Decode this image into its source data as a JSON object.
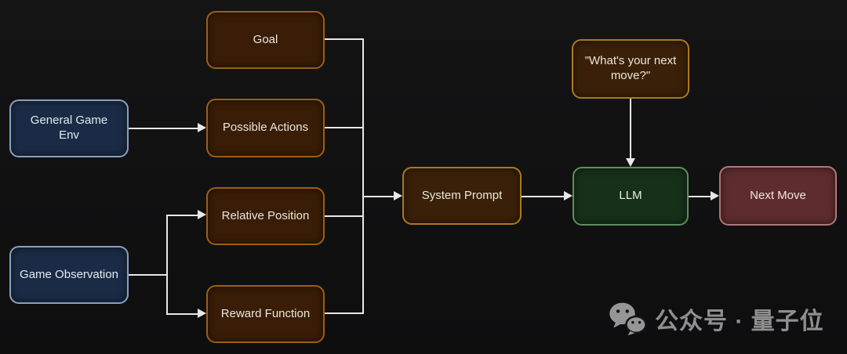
{
  "diagram": {
    "nodes": {
      "general_game_env": {
        "label": "General Game Env",
        "color_role": "blue"
      },
      "game_observation": {
        "label": "Game Observation",
        "color_role": "blue"
      },
      "goal": {
        "label": "Goal",
        "color_role": "brown"
      },
      "possible_actions": {
        "label": "Possible Actions",
        "color_role": "brown"
      },
      "relative_position": {
        "label": "Relative Position",
        "color_role": "brown"
      },
      "reward_function": {
        "label": "Reward Function",
        "color_role": "brown"
      },
      "system_prompt": {
        "label": "System Prompt",
        "color_role": "brown-gold"
      },
      "user_question": {
        "label": "\"What's your next move?\"",
        "color_role": "brown-gold"
      },
      "llm": {
        "label": "LLM",
        "color_role": "green"
      },
      "next_move": {
        "label": "Next Move",
        "color_role": "red"
      }
    },
    "edges": [
      {
        "from": "general_game_env",
        "to": "possible_actions"
      },
      {
        "from": "game_observation",
        "to": "relative_position"
      },
      {
        "from": "game_observation",
        "to": "reward_function"
      },
      {
        "from": "goal",
        "to": "system_prompt"
      },
      {
        "from": "possible_actions",
        "to": "system_prompt"
      },
      {
        "from": "relative_position",
        "to": "system_prompt"
      },
      {
        "from": "reward_function",
        "to": "system_prompt"
      },
      {
        "from": "system_prompt",
        "to": "llm"
      },
      {
        "from": "user_question",
        "to": "llm"
      },
      {
        "from": "llm",
        "to": "next_move"
      }
    ],
    "colors": {
      "background": "#111113",
      "line": "#e8e8e8",
      "blue_fill": "#1b2b45",
      "blue_border": "#8aa0bf",
      "brown_fill": "#391d06",
      "brown_border": "#9c5f14",
      "gold_border": "#ab7a1e",
      "green_fill": "#16301a",
      "green_border": "#5e8f5c",
      "red_fill": "#5e2c2e",
      "red_border": "#b0777b",
      "node_text": "#ece7dd",
      "watermark_color": "#8f8f8f"
    }
  },
  "watermark": {
    "icon": "wechat-icon",
    "text": "公众号 · 量子位"
  }
}
